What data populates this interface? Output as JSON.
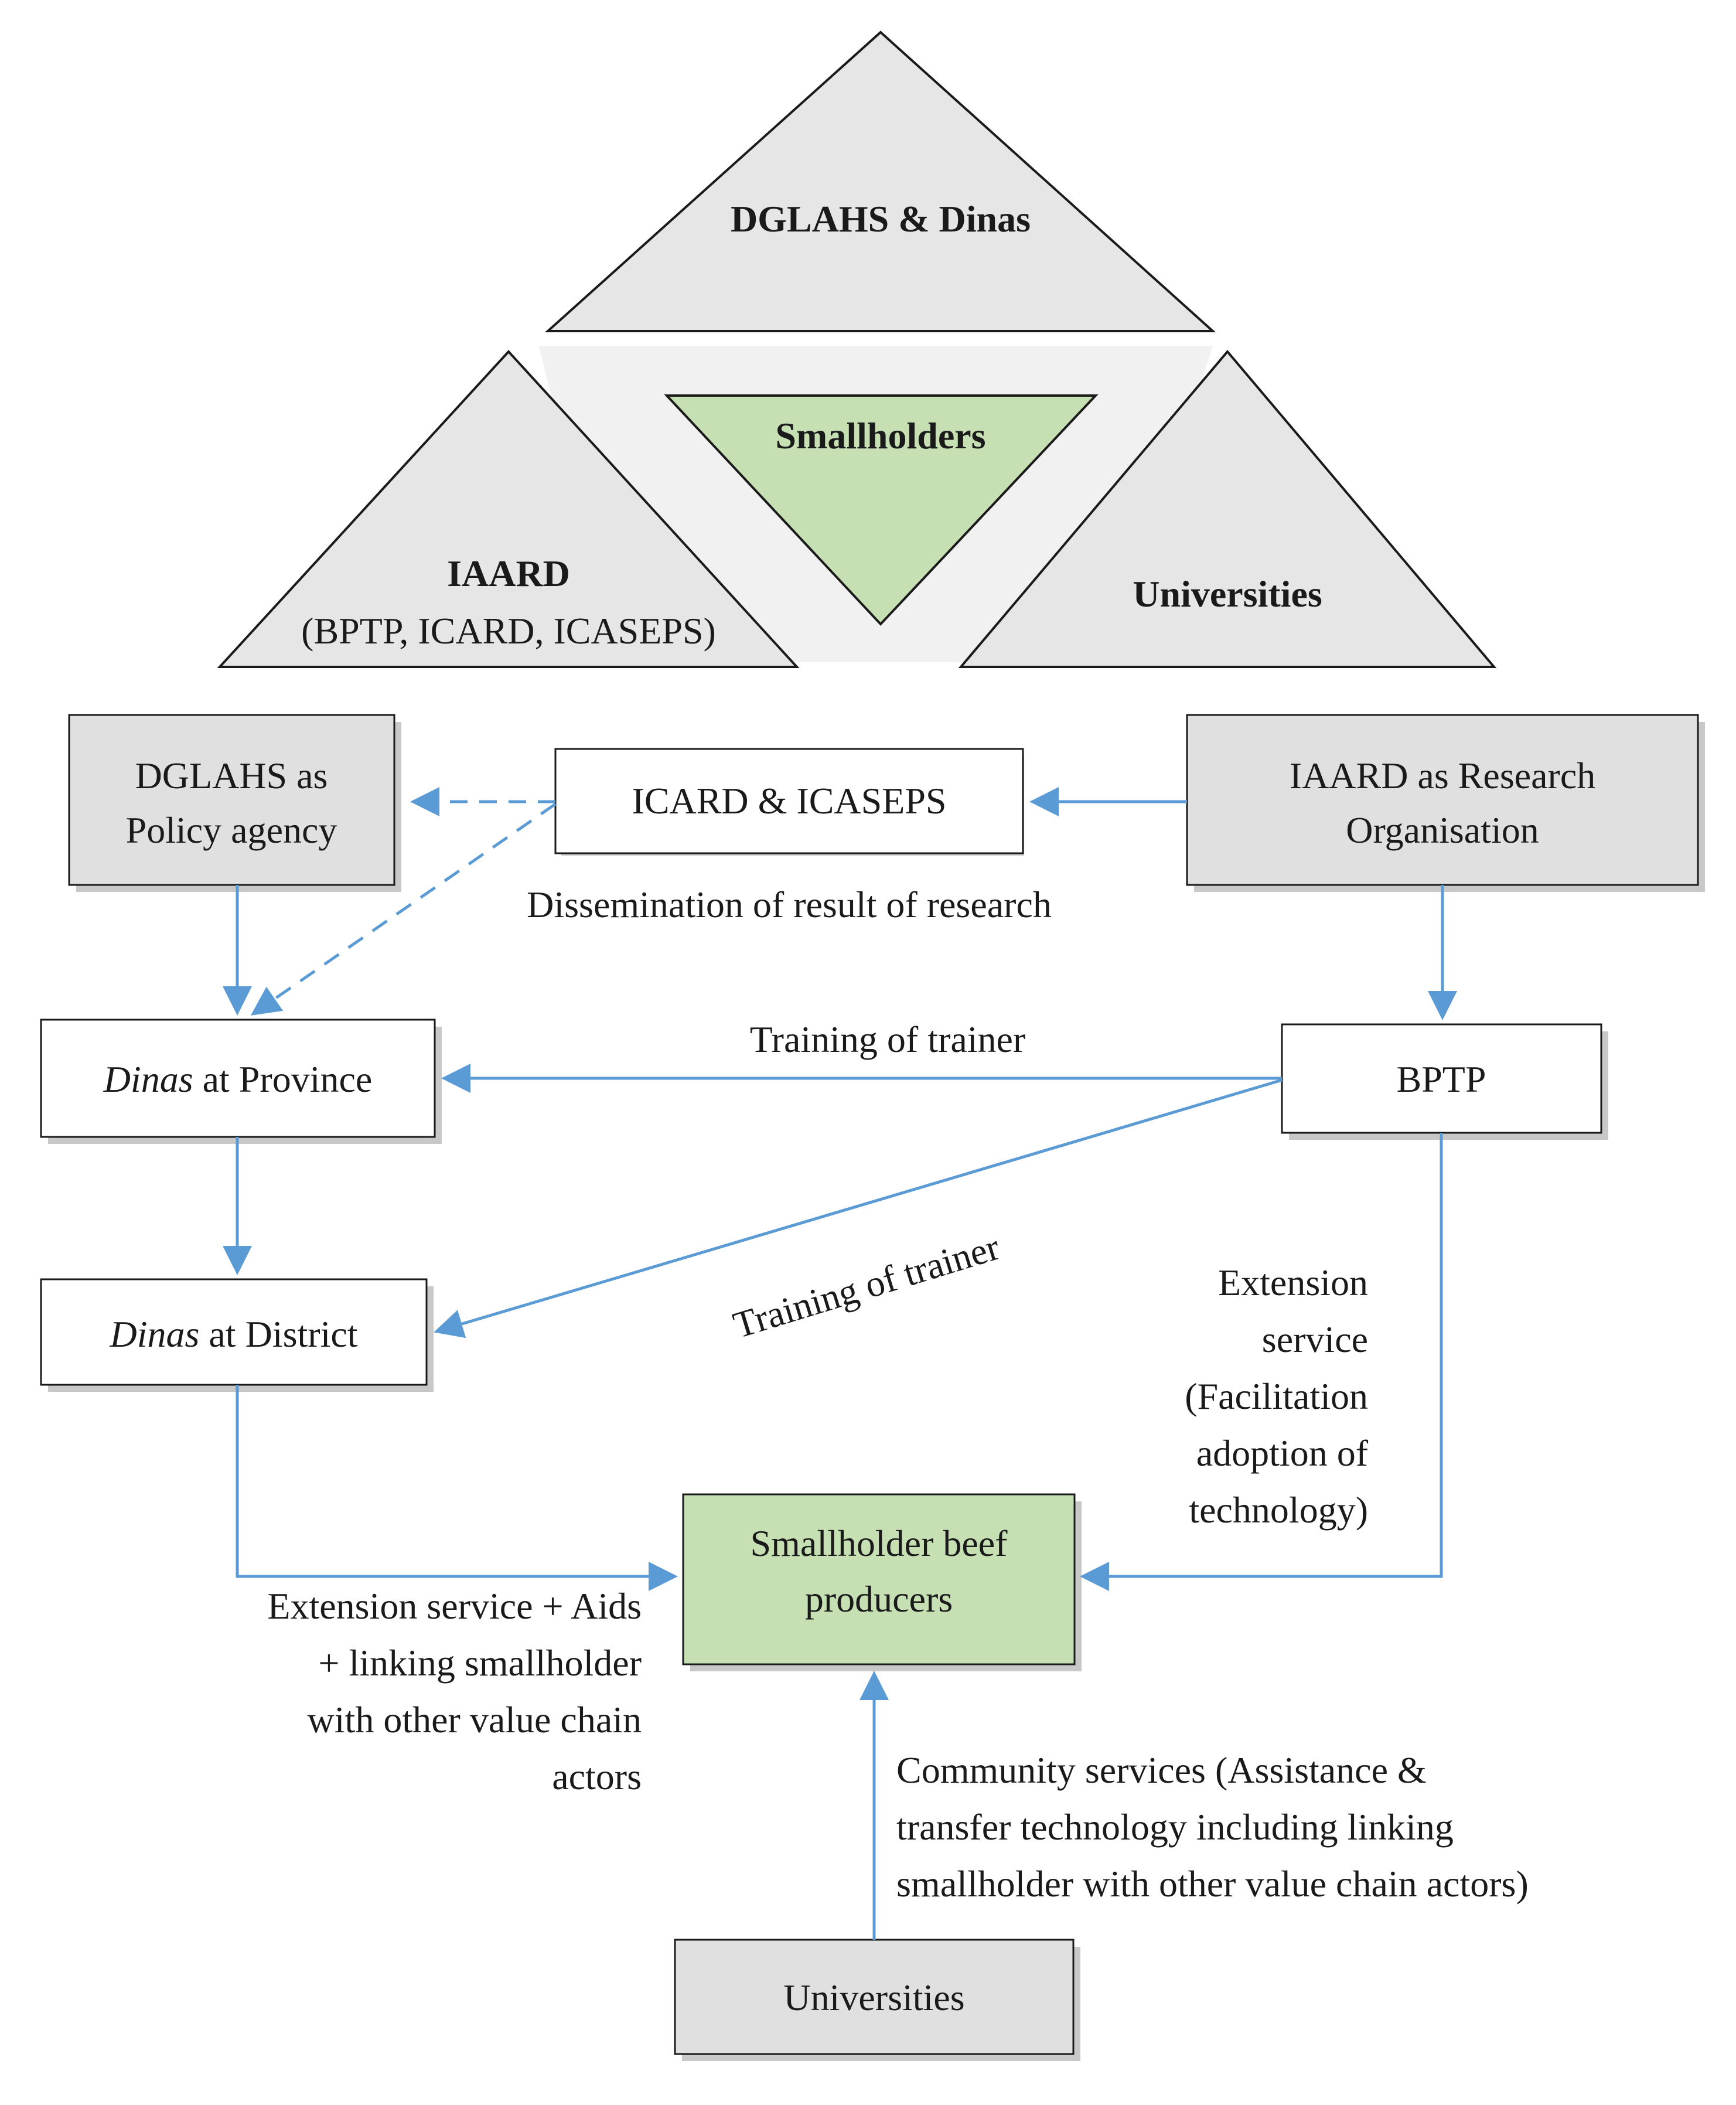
{
  "colors": {
    "triangle_fill": "#e6e6e6",
    "smallholder_fill": "#c6e0b4",
    "box_grey": "#e0e0e0",
    "box_white": "#ffffff",
    "arrow": "#5b9bd5",
    "text": "#1a1a1a"
  },
  "triangles": {
    "top": "DGLAHS & Dinas",
    "center": "Smallholders",
    "left_line1": "IAARD",
    "left_line2": "(BPTP, ICARD, ICASEPS)",
    "right": "Universities"
  },
  "boxes": {
    "dglahs": [
      "DGLAHS as",
      "Policy agency"
    ],
    "icard": "ICARD & ICASEPS",
    "iaard": [
      "IAARD as Research",
      "Organisation"
    ],
    "province_italic": "Dinas",
    "province_rest": " at Province",
    "bptp": "BPTP",
    "district_italic": "Dinas",
    "district_rest": " at District",
    "beef": [
      "Smallholder beef",
      "producers"
    ],
    "universities": "Universities"
  },
  "edge_labels": {
    "dissemination": "Dissemination of result of research",
    "training_1": "Training of trainer",
    "training_2": "Training of trainer",
    "extension_bptp": [
      "Extension",
      "service",
      "(Facilitation",
      "adoption of",
      "technology)"
    ],
    "extension_district": [
      "Extension service + Aids",
      "+ linking smallholder",
      "with other value chain",
      "actors"
    ],
    "community": [
      "Community services (Assistance &",
      "transfer technology including linking",
      "smallholder with other value chain actors)"
    ]
  }
}
